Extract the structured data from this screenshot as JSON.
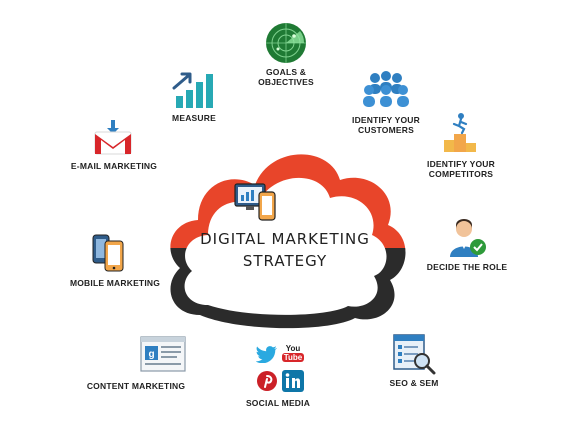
{
  "title": {
    "line1": "DIGITAL MARKETING",
    "line2": "STRATEGY"
  },
  "items": {
    "goals": {
      "line1": "GOALS &",
      "line2": "OBJECTIVES"
    },
    "customers": {
      "line1": "IDENTIFY YOUR",
      "line2": "CUSTOMERS"
    },
    "competitors": {
      "line1": "IDENTIFY YOUR",
      "line2": "COMPETITORS"
    },
    "role": {
      "label": "DECIDE THE ROLE"
    },
    "seo": {
      "label": "SEO & SEM"
    },
    "social": {
      "label": "SOCIAL MEDIA",
      "youtube_top": "You",
      "youtube_bottom": "Tube"
    },
    "content": {
      "label": "CONTENT MARKETING"
    },
    "mobile": {
      "label": "MOBILE MARKETING"
    },
    "email": {
      "label": "E-MAIL MARKETING"
    },
    "measure": {
      "label": "MEASURE"
    }
  },
  "colors": {
    "cloud_top": "#e8452a",
    "cloud_bottom": "#2b2b2b",
    "accent_blue": "#2f7fc1",
    "accent_teal": "#27a9b4",
    "accent_green": "#2e9a3a"
  }
}
